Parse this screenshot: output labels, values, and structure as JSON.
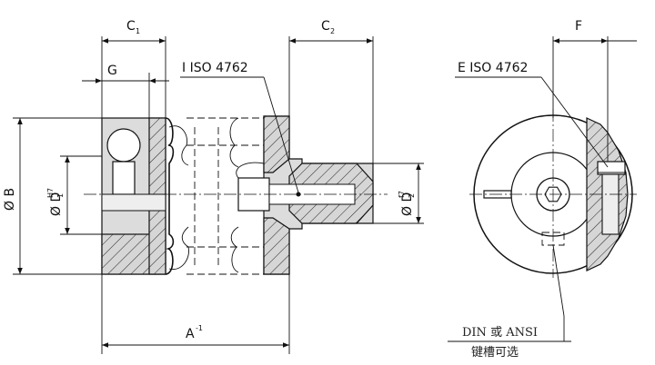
{
  "labels": {
    "c1": "C",
    "c1_sub": "1",
    "c2": "C",
    "c2_sub": "2",
    "f": "F",
    "g": "G",
    "i_iso": "I ISO  4762",
    "e_iso": "E ISO 4762",
    "b": "Ø B",
    "d1": "Ø D",
    "d1_sub": "1",
    "d1_sup": "H7",
    "d2": "Ø D",
    "d2_sub": "2",
    "d2_sup": "f7",
    "a": "A",
    "a_sup": "-1",
    "keyway_line1": "DIN 或 ANSI",
    "keyway_line2": "键槽可选"
  }
}
